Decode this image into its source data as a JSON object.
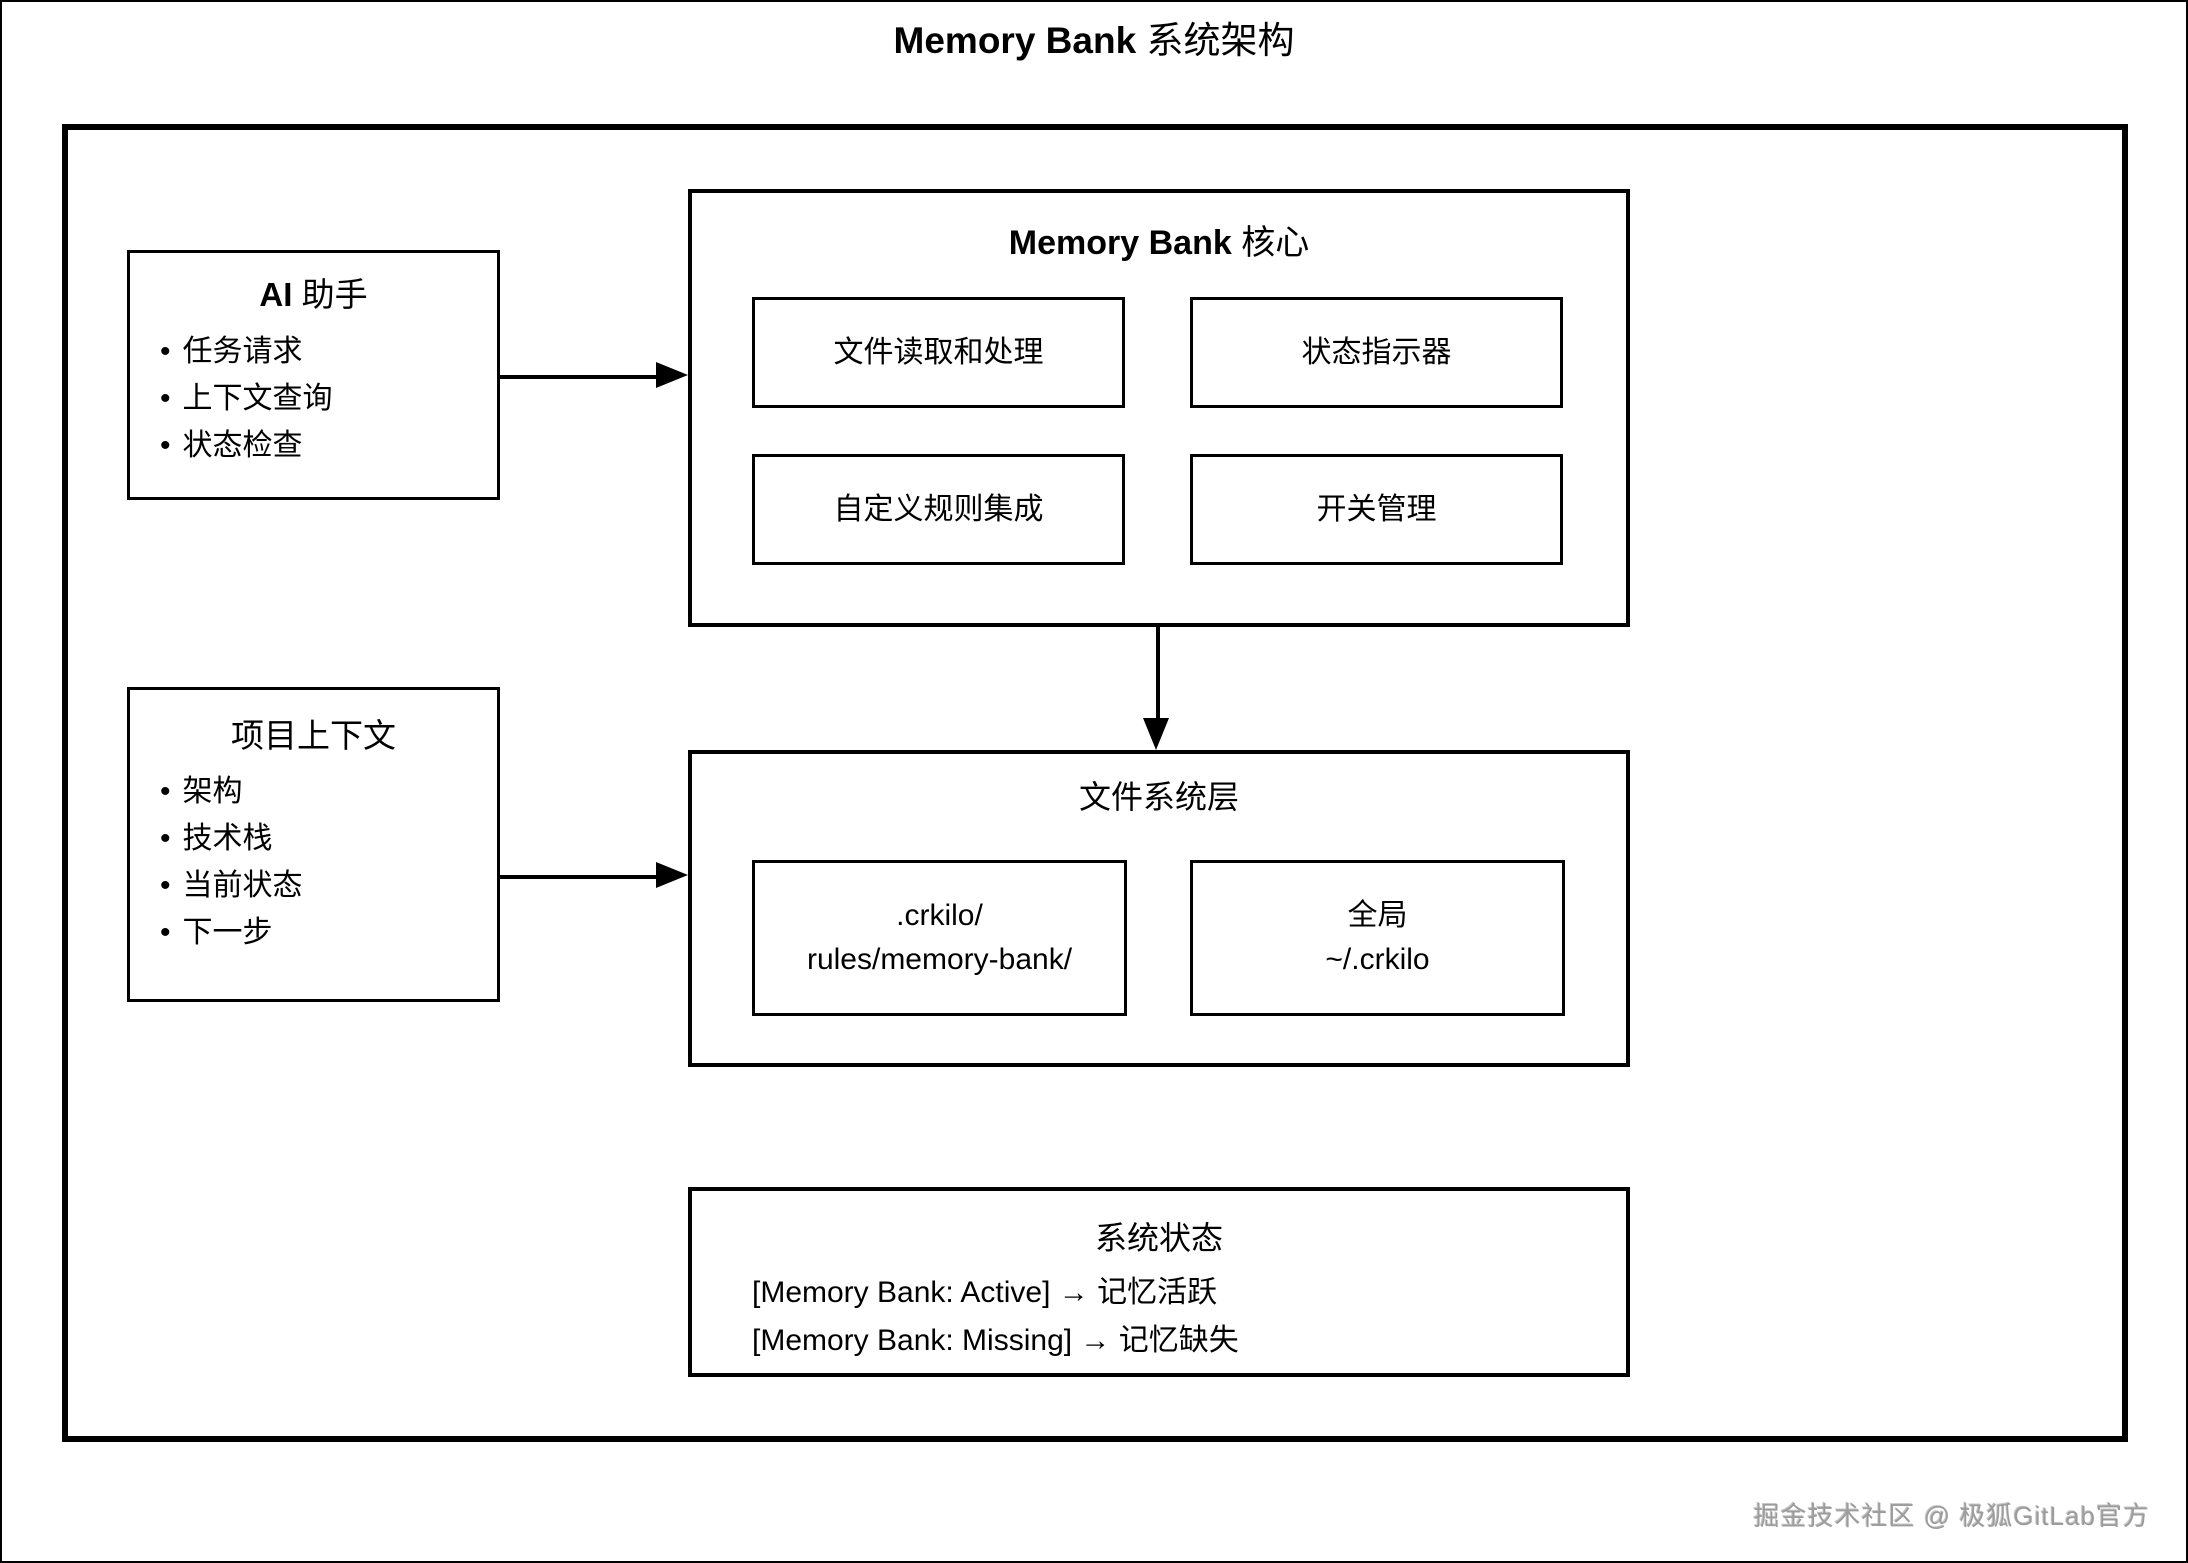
{
  "title": {
    "latin": "Memory Bank",
    "cjk": " 系统架构"
  },
  "bullet_char": "•",
  "nodes": {
    "ai_assistant": {
      "title_latin": "AI",
      "title_cjk": " 助手",
      "bullets": [
        "任务请求",
        "上下文查询",
        "状态检查"
      ]
    },
    "project_context": {
      "title": "项目上下文",
      "bullets": [
        "架构",
        "技术栈",
        "当前状态",
        "下一步"
      ]
    },
    "memory_bank_core": {
      "title_latin": "Memory Bank",
      "title_cjk": " 核心",
      "modules": [
        "文件读取和处理",
        "状态指示器",
        "自定义规则集成",
        "开关管理"
      ]
    },
    "file_system_layer": {
      "title": "文件系统层",
      "stores": [
        {
          "line1": ".crkilo/",
          "line2": "rules/memory-bank/"
        },
        {
          "line1": "全局",
          "line2": "~/.crkilo"
        }
      ]
    },
    "system_status": {
      "title": "系统状态",
      "lines": [
        "[Memory Bank: Active] → 记忆活跃",
        "[Memory Bank: Missing] → 记忆缺失"
      ]
    }
  },
  "watermark": "掘金技术社区 @ 极狐GitLab官方"
}
